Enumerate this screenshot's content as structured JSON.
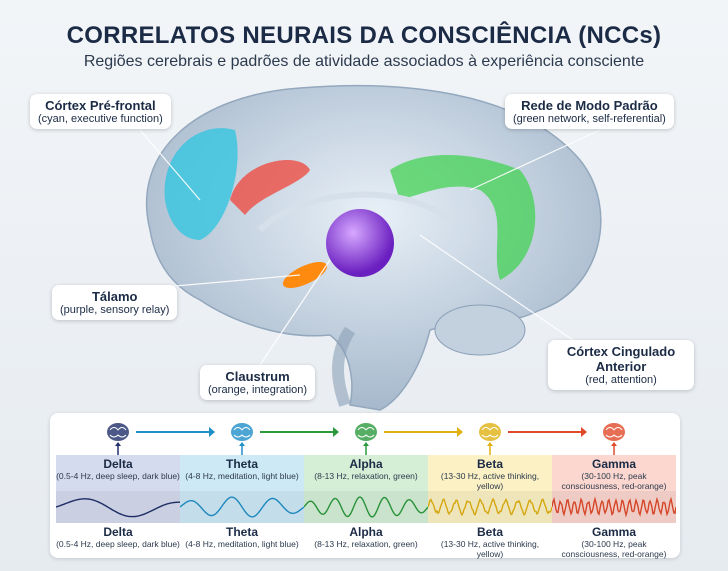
{
  "header": {
    "title": "CORRELATOS NEURAIS DA CONSCIÊNCIA (NCCs)",
    "subtitle": "Regiões cerebrais e padrões de atividade associados à experiência consciente"
  },
  "regions": [
    {
      "name": "Córtex Pré-frontal",
      "desc": "(cyan, executive function)",
      "color": "#2cc4e0"
    },
    {
      "name": "Rede de Modo Padrão",
      "desc": "(green network, self-referential)",
      "color": "#3bd14a"
    },
    {
      "name": "Tálamo",
      "desc": "(purple, sensory relay)",
      "color": "#8a3ad8"
    },
    {
      "name": "Claustrum",
      "desc": "(orange, integration)",
      "color": "#ff8a10"
    },
    {
      "name": "Córtex Cingulado Anterior",
      "desc": "(red, attention)",
      "color": "#f0443a"
    }
  ],
  "waves": [
    {
      "name": "Delta",
      "desc": "(0.5-4 Hz, deep sleep, dark blue)",
      "color": "#1f2f6a",
      "bg": "#d5dbee"
    },
    {
      "name": "Theta",
      "desc": "(4-8 Hz, meditation, light blue)",
      "color": "#1f8fc8",
      "bg": "#cde9f6"
    },
    {
      "name": "Alpha",
      "desc": "(8-13 Hz, relaxation, green)",
      "color": "#2a9a3c",
      "bg": "#d5efd7"
    },
    {
      "name": "Beta",
      "desc": "(13-30 Hz, active thinking, yellow)",
      "color": "#e0b010",
      "bg": "#fbf1c4"
    },
    {
      "name": "Gamma",
      "desc": "(30-100 Hz, peak consciousness, red-orange)",
      "color": "#e04a2a",
      "bg": "#fbd7cf"
    }
  ]
}
